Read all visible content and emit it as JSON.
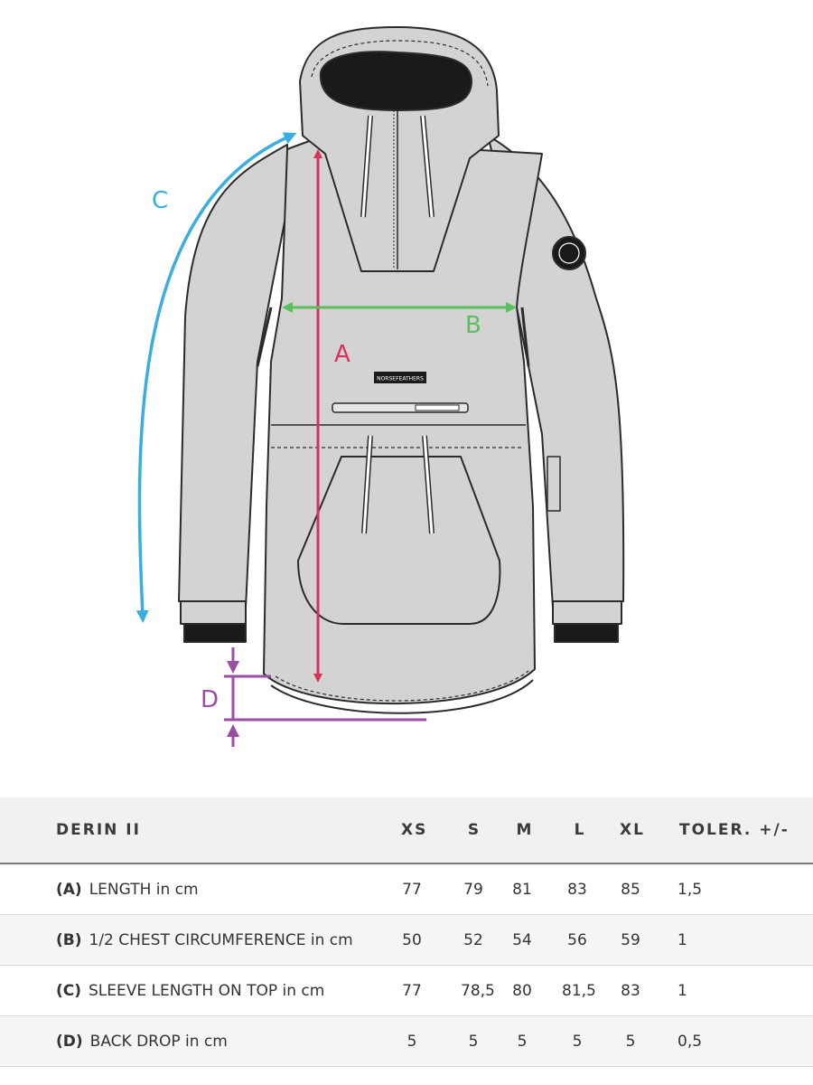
{
  "diagram": {
    "brand_tag": "NORSEFEATHERS",
    "labels": {
      "A": "A",
      "B": "B",
      "C": "C",
      "D": "D"
    },
    "colors": {
      "A": "#d8315b",
      "B": "#5cbf5f",
      "C": "#3aaee0",
      "D": "#9b4ea3",
      "garment": "#d3d3d3",
      "outline": "#2b2b2b"
    }
  },
  "table": {
    "headers": {
      "name": "DERIN II",
      "xs": "XS",
      "s": "S",
      "m": "M",
      "l": "L",
      "xl": "XL",
      "tol": "TOLER. +/-"
    },
    "rows": [
      {
        "code": "(A)",
        "label": "LENGTH in cm",
        "xs": "77",
        "s": "79",
        "m": "81",
        "l": "83",
        "xl": "85",
        "tol": "1,5"
      },
      {
        "code": "(B)",
        "label": "1/2 CHEST CIRCUMFERENCE in cm",
        "xs": "50",
        "s": "52",
        "m": "54",
        "l": "56",
        "xl": "59",
        "tol": "1"
      },
      {
        "code": "(C)",
        "label": "SLEEVE LENGTH ON TOP in cm",
        "xs": "77",
        "s": "78,5",
        "m": "80",
        "l": "81,5",
        "xl": "83",
        "tol": "1"
      },
      {
        "code": "(D)",
        "label": "BACK DROP in cm",
        "xs": "5",
        "s": "5",
        "m": "5",
        "l": "5",
        "xl": "5",
        "tol": "0,5"
      }
    ]
  }
}
